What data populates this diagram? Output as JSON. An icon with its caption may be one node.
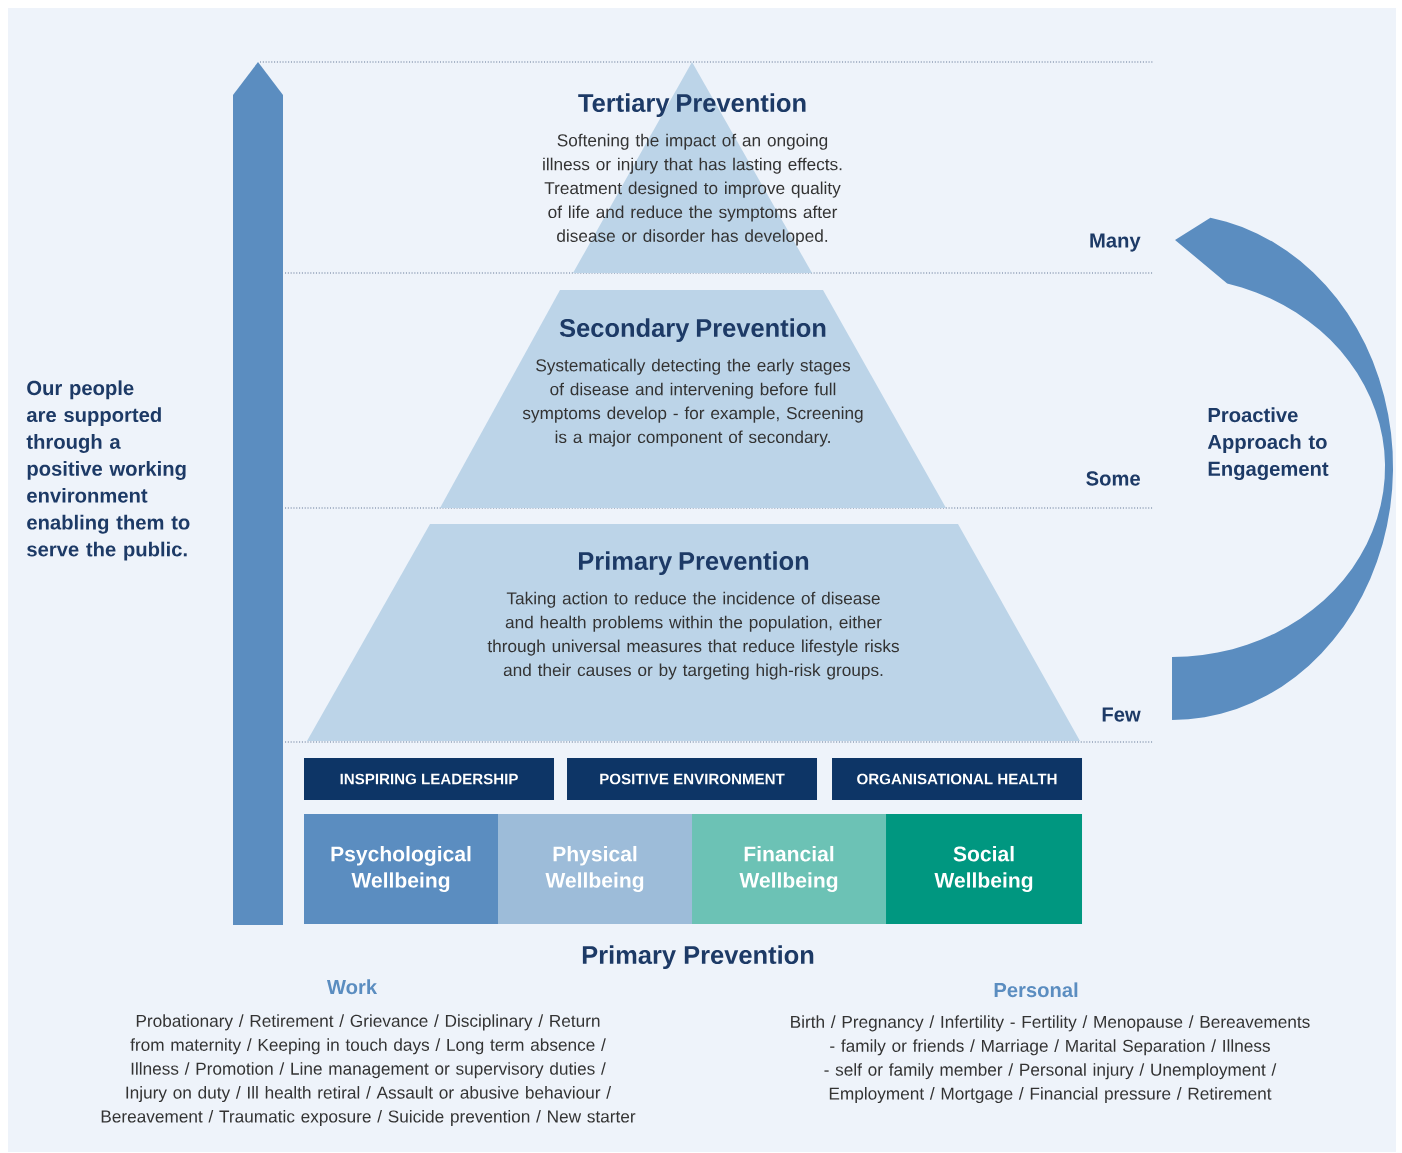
{
  "diagram": {
    "nodes": [
      {
        "text": [
          "Tertiary Prevention",
          "Softening the impact of an ongoing illness or injury that has lasting effects. Treatment designed to improve quality of life and reduce the symptoms after disease or disorder has developed."
        ]
      },
      {
        "text": [
          "Secondary Prevention",
          "Systematically detecting the early stages of disease and intervening before full symptoms develop - for example, Screening is a major component of secondary."
        ]
      },
      {
        "text": [
          "Primary Prevention",
          "Taking action to reduce the incidence of disease and health problems within the population, either through universal measures that reduce lifestyle risks and their causes or by targeting high-risk groups."
        ]
      },
      {
        "text": [
          "INSPIRING LEADERSHIP"
        ]
      },
      {
        "text": [
          "POSITIVE ENVIRONMENT"
        ]
      },
      {
        "text": [
          "ORGANISATIONAL HEALTH"
        ]
      },
      {
        "text": [
          "Psychological Wellbeing"
        ]
      },
      {
        "text": [
          "Physical Wellbeing"
        ]
      },
      {
        "text": [
          "Financial Wellbeing"
        ]
      },
      {
        "text": [
          "Social Wellbeing"
        ]
      }
    ],
    "labels": [
      "Our people are supported through a positive working environment enabling them to serve the public.",
      "Many",
      "Some",
      "Few",
      "Proactive Approach to Engagement",
      "Primary Prevention",
      "Work",
      "Probationary / Retirement / Grievance / Disciplinary / Return from maternity / Keeping in touch days / Long term absence / Illness / Promotion / Line management or supervisory duties / Injury on duty / Ill health retiral / Assault or abusive behaviour / Bereavement / Traumatic exposure / Suicide prevention / New starter",
      "Personal",
      "Birth / Pregnancy / Infertility - Fertility / Menopause / Bereavements - family or friends / Marriage / Marital Separation / Illness - self or family member / Personal injury / Unemployment / Employment / Mortgage / Financial pressure / Retirement"
    ]
  }
}
